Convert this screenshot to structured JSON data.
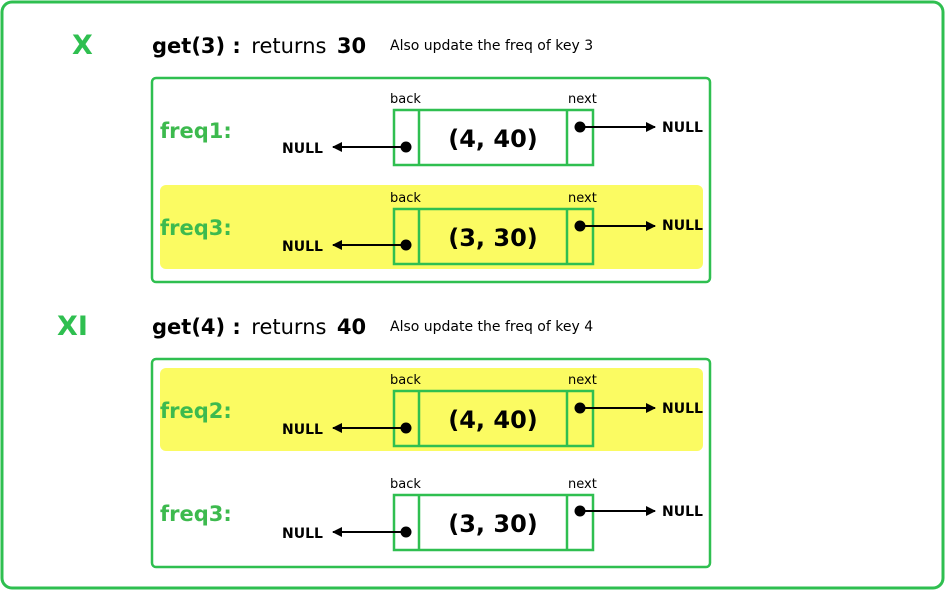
{
  "colors": {
    "border": "#2fbf50",
    "highlight": "#fbfb62",
    "text": "#000000"
  },
  "steps": [
    {
      "label": "X",
      "command": "get(3) :",
      "returns_word": "returns",
      "returns_value": "30",
      "note": "Also update the freq of  key 3",
      "rows": [
        {
          "freq": "freq1:",
          "back": "back",
          "next": "next",
          "node": "(4, 40)",
          "left_null": "NULL",
          "right_null": "NULL",
          "highlighted": false
        },
        {
          "freq": "freq3:",
          "back": "back",
          "next": "next",
          "node": "(3, 30)",
          "left_null": "NULL",
          "right_null": "NULL",
          "highlighted": true
        }
      ]
    },
    {
      "label": "XI",
      "command": "get(4) :",
      "returns_word": "returns",
      "returns_value": "40",
      "note": "Also update the freq of  key 4",
      "rows": [
        {
          "freq": "freq2:",
          "back": "back",
          "next": "next",
          "node": "(4, 40)",
          "left_null": "NULL",
          "right_null": "NULL",
          "highlighted": true
        },
        {
          "freq": "freq3:",
          "back": "back",
          "next": "next",
          "node": "(3, 30)",
          "left_null": "NULL",
          "right_null": "NULL",
          "highlighted": false
        }
      ]
    }
  ]
}
